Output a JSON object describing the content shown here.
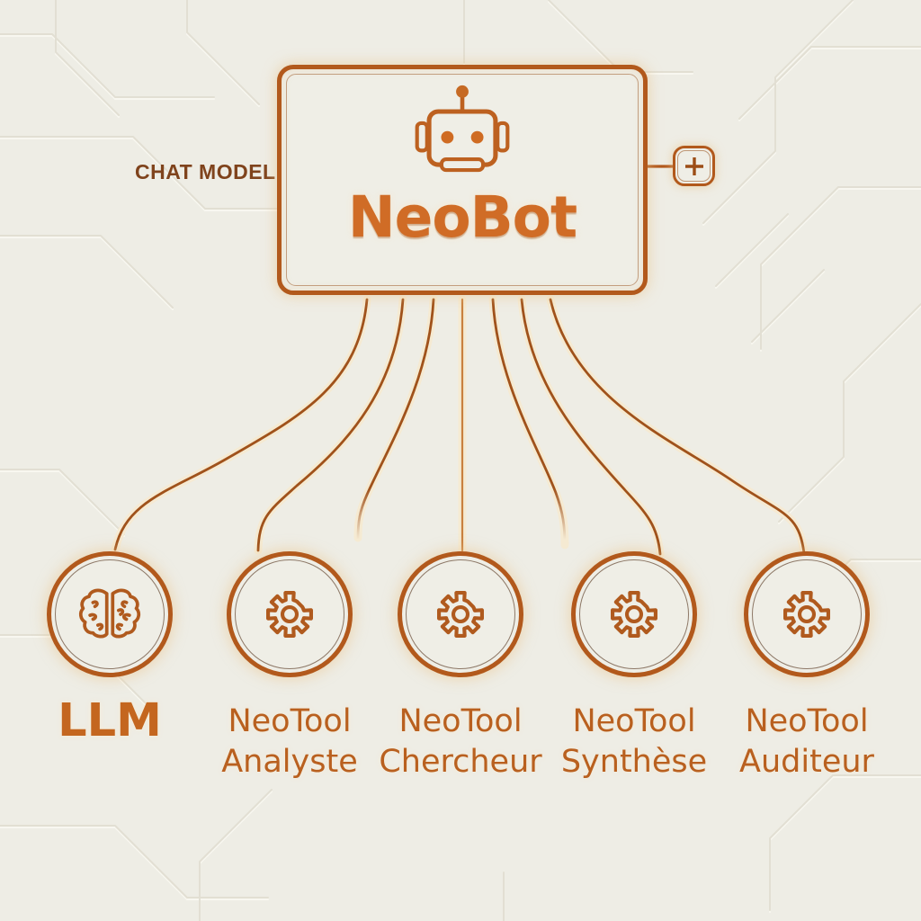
{
  "diagram": {
    "chat_model_label": "CHAT MODEL",
    "main_node": {
      "title": "NeoBot",
      "icon": "robot-head"
    },
    "add_button": {
      "label": "+"
    },
    "nodes": [
      {
        "id": "llm",
        "icon": "brain",
        "line1": "LLM",
        "line2": ""
      },
      {
        "id": "neotool-analyste",
        "icon": "gear",
        "line1": "NeoTool",
        "line2": "Analyste"
      },
      {
        "id": "neotool-chercheur",
        "icon": "gear",
        "line1": "NeoTool",
        "line2": "Chercheur"
      },
      {
        "id": "neotool-synthese",
        "icon": "gear",
        "line1": "NeoTool",
        "line2": "Synthèse"
      },
      {
        "id": "neotool-auditeur",
        "icon": "gear",
        "line1": "NeoTool",
        "line2": "Auditeur"
      }
    ],
    "colors": {
      "accent": "#b2591c",
      "connector": "#a0521b",
      "title_text": "#d06c26",
      "node_label_text": "#b9601f",
      "chat_model_text": "#7f431c",
      "background": "#eeede5"
    }
  }
}
